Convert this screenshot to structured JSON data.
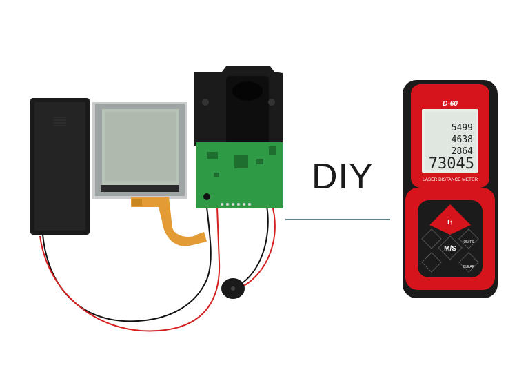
{
  "headline": "DIY",
  "device": {
    "brand": "D-60",
    "subtitle": "LASER DISTANCE METER",
    "readings": [
      "5499",
      "4638",
      "2864"
    ],
    "main_reading": "73045",
    "keys": {
      "measure": "I↑",
      "mode": "M/S",
      "units": "UNITS",
      "clear": "CLEAR"
    }
  },
  "colors": {
    "device_red": "#d5141b",
    "device_black": "#1b1b1b",
    "pcb_green": "#2f9a45",
    "lcd_gray": "#b8c3b8"
  }
}
